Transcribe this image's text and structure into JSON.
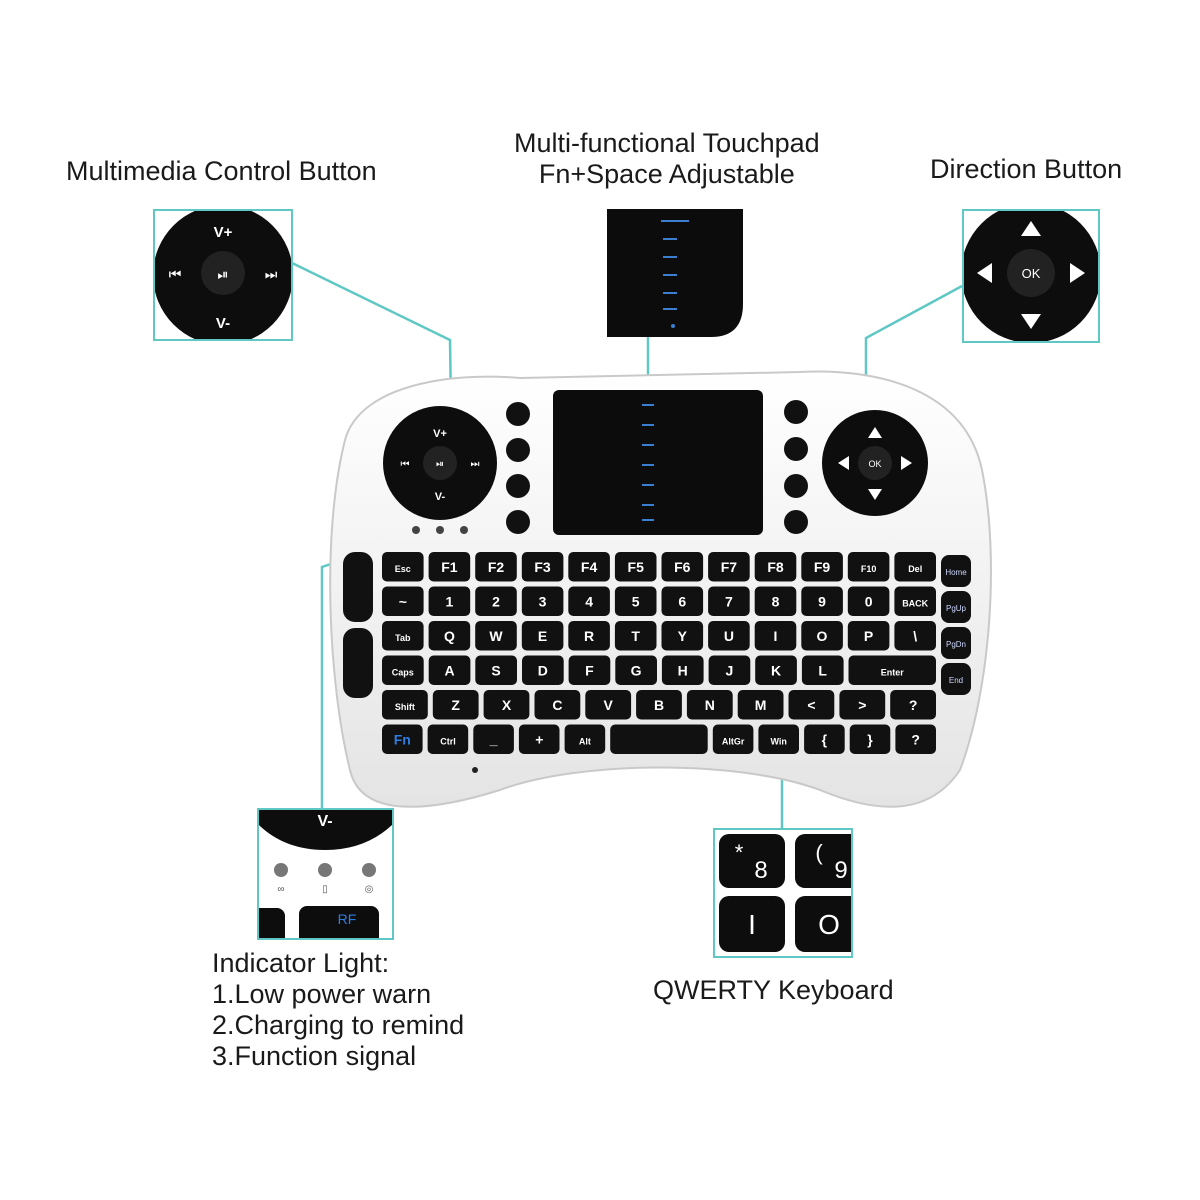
{
  "callouts": {
    "multimedia": "Multimedia Control Button",
    "touchpad": [
      "Multi-functional Touchpad",
      "Fn+Space Adjustable"
    ],
    "direction": "Direction Button",
    "indicator": [
      "Indicator Light:",
      "1.Low power warn",
      "2.Charging to remind",
      "3.Function signal"
    ],
    "qwerty": "QWERTY Keyboard"
  },
  "dpad": {
    "up": "V+",
    "down": "V-",
    "prev": "⏮",
    "play": "⏯",
    "next": "⏭",
    "ok": "OK"
  },
  "inset_keys": {
    "k8": "8",
    "k8_sym": "*",
    "k9": "9",
    "k9_sym": "(",
    "ki": "I",
    "ko": "O",
    "rf": "RF",
    "vminus": "V-"
  },
  "keyboard_rows": [
    [
      "Esc",
      "F1",
      "F2",
      "F3",
      "F4",
      "F5",
      "F6",
      "F7",
      "F8",
      "F9",
      "F10",
      "Del"
    ],
    [
      "~",
      "1",
      "2",
      "3",
      "4",
      "5",
      "6",
      "7",
      "8",
      "9",
      "0",
      "BACK"
    ],
    [
      "Tab",
      "Q",
      "W",
      "E",
      "R",
      "T",
      "Y",
      "U",
      "I",
      "O",
      "P",
      "\\"
    ],
    [
      "Caps",
      "A",
      "S",
      "D",
      "F",
      "G",
      "H",
      "J",
      "K",
      "L",
      "Enter"
    ],
    [
      "Shift",
      "Z",
      "X",
      "C",
      "V",
      "B",
      "N",
      "M",
      "<",
      ">",
      "?"
    ],
    [
      "Fn",
      "Ctrl",
      "_",
      "+",
      "Alt",
      "",
      "AltGr",
      "Win",
      "{",
      "}",
      "?"
    ]
  ],
  "side_keys": [
    "Home",
    "PgUp",
    "PgDn",
    "End"
  ],
  "colors": {
    "accent": "#5fc8c4",
    "key": "#111111",
    "body": "#f2f2f2",
    "fn_blue": "#2f7de1"
  }
}
